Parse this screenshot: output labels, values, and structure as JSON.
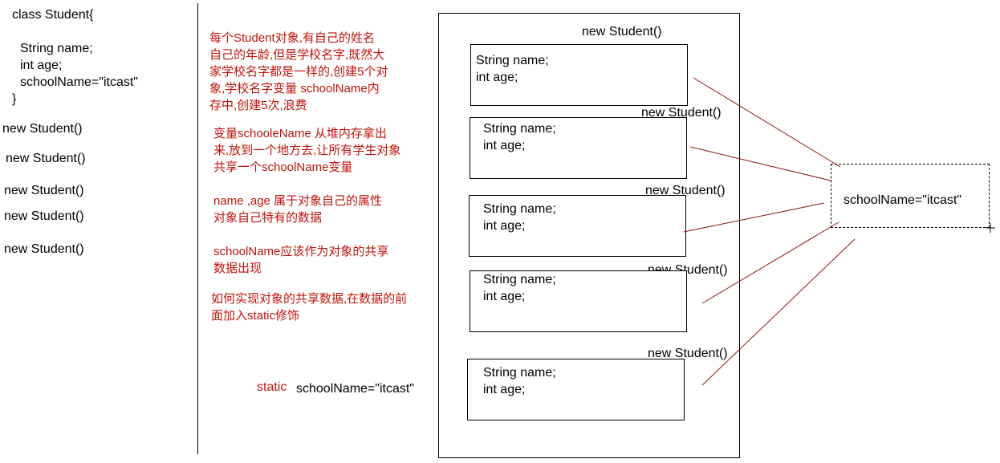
{
  "class_code": {
    "header": "class Student{",
    "field_name": "String name;",
    "field_age": "int age;",
    "field_school": "schoolName=\"itcast\"",
    "closing": "}"
  },
  "left_calls": [
    "new Student()",
    "new Student()",
    "new Student()",
    "new Student()",
    "new Student()"
  ],
  "notes": [
    "每个Student对象,有自己的姓名\n自己的年龄,但是学校名字,既然大\n家学校名字都是一样的,创建5个对\n象,学校名字变量 schoolName内\n存中,创建5次,浪费",
    "变量schooleName 从堆内存拿出\n来,放到一个地方去,让所有学生对象\n共享一个schoolName变量",
    "name ,age 属于对象自己的属性\n对象自己特有的数据",
    "schoolName应该作为对象的共享\n数据出现",
    "如何实现对象的共享数据,在数据的前\n面加入static修饰"
  ],
  "static_keyword": "static",
  "static_field": "schoolName=\"itcast\"",
  "heap_objects": [
    {
      "label": "new Student()",
      "name_field": "String name;",
      "age_field": "int age;"
    },
    {
      "label": "new Student()",
      "name_field": "String name;",
      "age_field": "int age;"
    },
    {
      "label": "new Student()",
      "name_field": "String name;",
      "age_field": "int age;"
    },
    {
      "label": "new Student()",
      "name_field": "String name;",
      "age_field": "int age;"
    },
    {
      "label": "new Student()",
      "name_field": "String name;",
      "age_field": "int age;"
    }
  ],
  "shared_box": "schoolName=\"itcast\"",
  "colors": {
    "note_red": "#c0140c",
    "arrow_line": "#8b1a10"
  }
}
